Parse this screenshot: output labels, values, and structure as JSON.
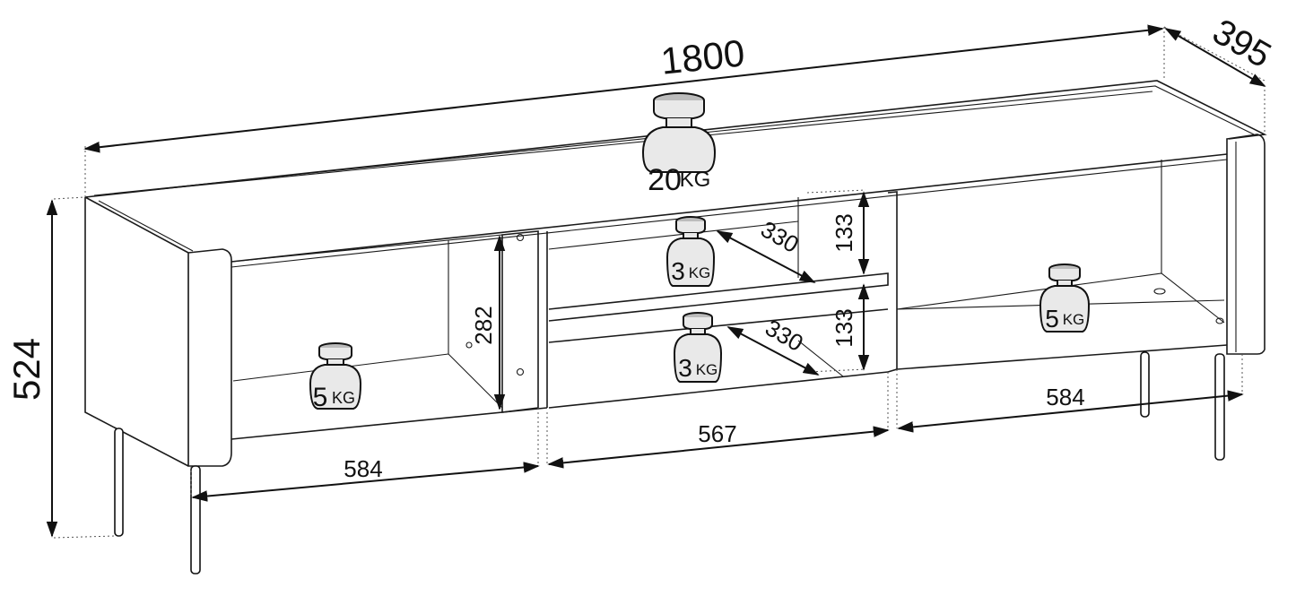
{
  "dimensions": {
    "overall_width": "1800",
    "overall_depth": "395",
    "overall_height": "524",
    "left_compartment_width": "584",
    "middle_compartment_width": "567",
    "right_compartment_width": "584",
    "left_inner_height": "282",
    "shelf_upper_depth": "330",
    "shelf_lower_depth": "330",
    "shelf_upper_height": "133",
    "shelf_lower_height": "133"
  },
  "load_labels": {
    "top": {
      "number": "20",
      "unit": "KG"
    },
    "left_compartment": {
      "number": "5",
      "unit": "KG"
    },
    "middle_upper_shelf": {
      "number": "3",
      "unit": "KG"
    },
    "middle_lower_shelf": {
      "number": "3",
      "unit": "KG"
    },
    "right_compartment": {
      "number": "5",
      "unit": "KG"
    }
  },
  "colors": {
    "line": "#1a1a1a",
    "weight_fill": "#e9e9e9"
  }
}
